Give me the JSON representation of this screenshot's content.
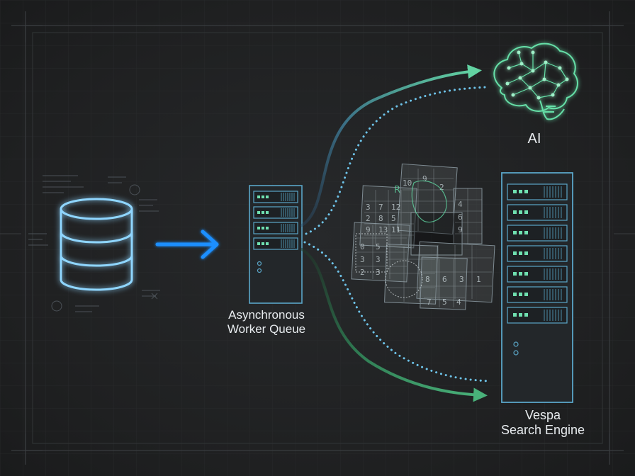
{
  "nodes": {
    "database": {
      "icon": "database-icon"
    },
    "queue": {
      "icon": "server-rack-icon",
      "label_lines": [
        "Asynchronous",
        "Worker Queue"
      ]
    },
    "ai": {
      "icon": "brain-icon",
      "label": "AI"
    },
    "vespa": {
      "icon": "server-rack-icon",
      "label_lines": [
        "Vespa",
        "Search Engine"
      ]
    },
    "documents": {
      "icon": "document-stack-icon"
    }
  },
  "colors": {
    "background": "#202122",
    "grid": "#2c2e30",
    "database_glow": "#6cc6ff",
    "arrow_blue": "#1e8fff",
    "server_stroke": "#5aa6c8",
    "server_led": "#6fe0b0",
    "brain": "#66e0a8",
    "flow_to_ai": "#5fc9a0",
    "flow_to_vespa": "#3f9a68",
    "dotted": "#6ec4ea"
  }
}
